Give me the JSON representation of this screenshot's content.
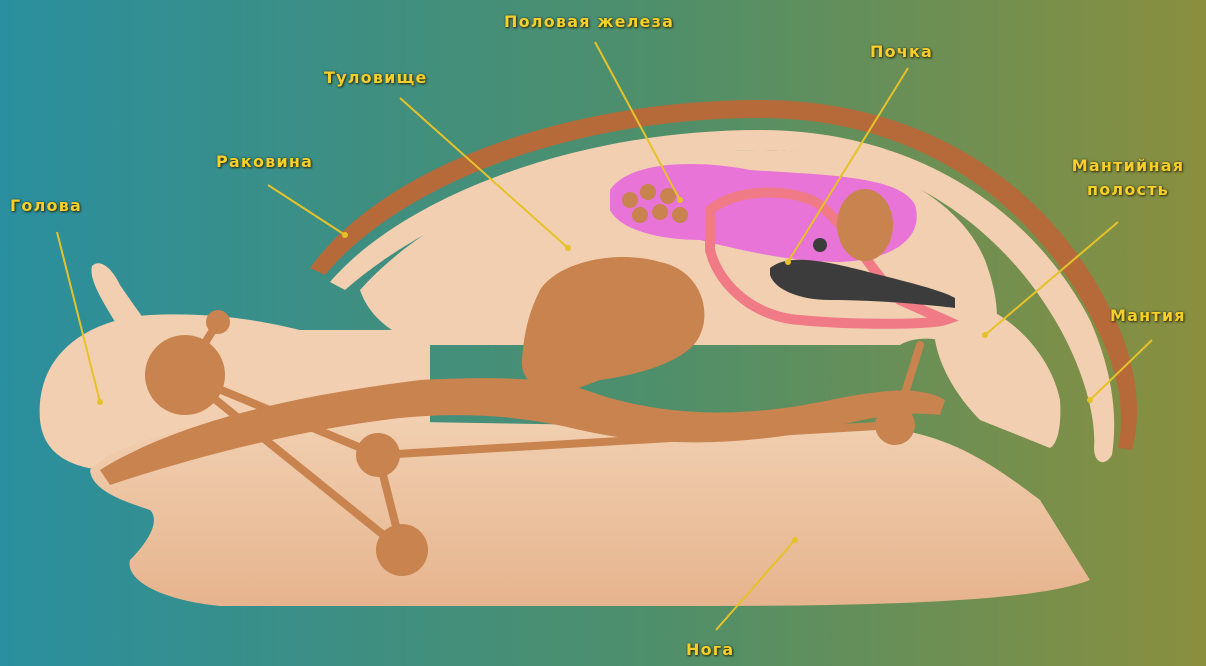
{
  "labels": {
    "golova": "Голова",
    "rakovina": "Раковина",
    "tulovische": "Туловище",
    "polovaya_zheleza": "Половая железа",
    "pochka": "Почка",
    "mantiynaya_polost_line1": "Мантийная",
    "mantiynaya_polost_line2": "полость",
    "mantiya": "Мантия",
    "noga": "Нога"
  },
  "colors": {
    "background_left": "#2a8f9e",
    "background_right": "#8a8f3e",
    "body": "#f1cfb0",
    "organ_brown": "#c8834f",
    "shell": "#b66a3a",
    "gonad_pink": "#e874d8",
    "kidney_red": "#f07a86",
    "gut_dark": "#3c3c3c",
    "label_text": "#f7cf2a",
    "leader_line": "#e6c22a"
  }
}
